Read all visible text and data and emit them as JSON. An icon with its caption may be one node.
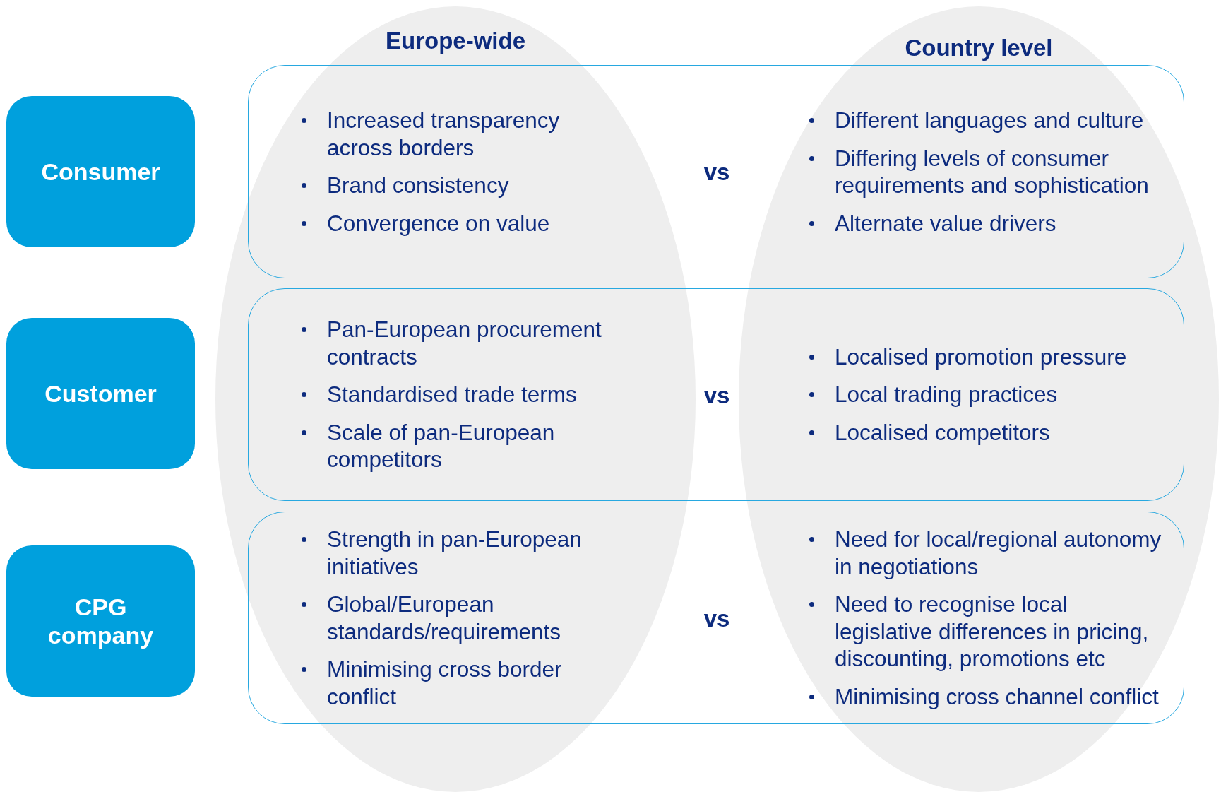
{
  "diagram": {
    "nodes": [
      {
        "text": [
          "Europe-wide"
        ]
      },
      {
        "text": [
          "Country level"
        ]
      },
      {
        "text": [
          "Consumer"
        ]
      },
      {
        "text": [
          "Increased transparency across borders",
          "Brand consistency",
          "Convergence on value",
          "vs",
          "Different languages and culture",
          "Differing levels of consumer requirements and sophistication",
          "Alternate value drivers"
        ]
      },
      {
        "text": [
          "Customer"
        ]
      },
      {
        "text": [
          "Pan-European procurement contracts",
          "Standardised trade terms",
          "Scale of pan-European competitors",
          "vs",
          "Localised promotion pressure",
          "Local trading practices",
          "Localised competitors"
        ]
      },
      {
        "text": [
          "CPG company"
        ]
      },
      {
        "text": [
          "Strength in pan-European initiatives",
          "Global/European standards/requirements",
          "Minimising cross border conflict",
          "vs",
          "Need for local/regional autonomy in negotiations",
          "Need to recognise local legislative differences in pricing, discounting, promotions etc",
          "Minimising cross channel conflict"
        ]
      }
    ]
  }
}
